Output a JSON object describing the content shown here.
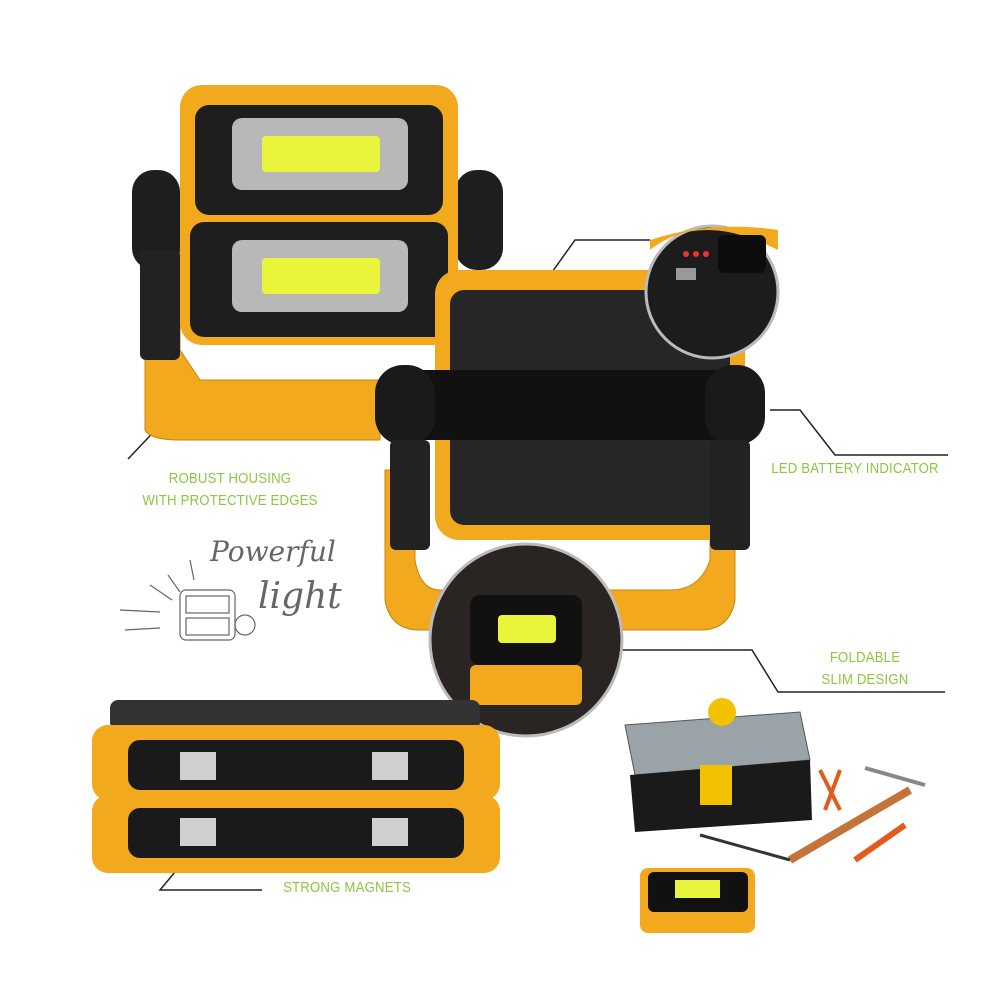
{
  "callouts": {
    "robust": {
      "line1": "ROBUST HOUSING",
      "line2": "WITH PROTECTIVE EDGES"
    },
    "led": {
      "line1": "LED BATTERY INDICATOR"
    },
    "foldable": {
      "line1": "FOLDABLE",
      "line2": "SLIM DESIGN"
    },
    "magnets": {
      "line1": "STRONG MAGNETS"
    }
  },
  "badge": {
    "word1": "Powerful",
    "word2": "light"
  },
  "colors": {
    "accent": "#8dc63f",
    "housing": "#f2a91d",
    "body": "#1e1e1e",
    "led": "#e9f53a",
    "line": "#222222"
  }
}
